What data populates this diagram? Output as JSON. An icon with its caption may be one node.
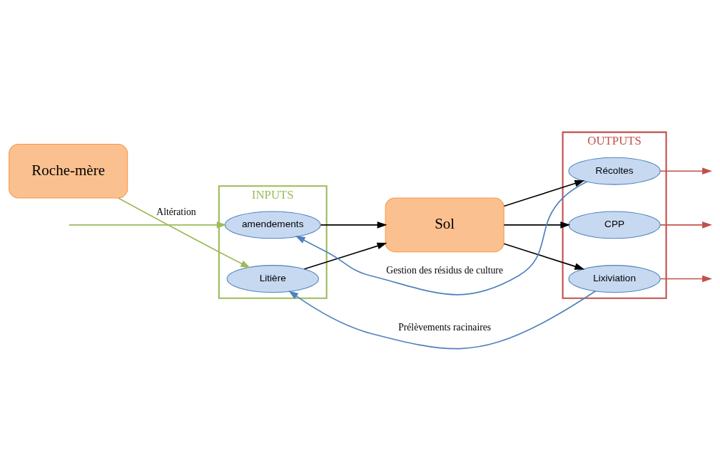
{
  "diagram": {
    "nodes": [
      {
        "text": [
          "INPUTS"
        ]
      },
      {
        "text": [
          "amendements"
        ],
        "in": 0
      },
      {
        "text": [
          "Litière"
        ],
        "in": 0
      },
      {
        "text": [
          "Sol"
        ]
      },
      {
        "text": [
          "OUTPUTS"
        ]
      },
      {
        "text": [
          "Récoltes"
        ],
        "in": 4
      },
      {
        "text": [
          "CPP"
        ],
        "in": 4
      },
      {
        "text": [
          "Lixiviation"
        ],
        "in": 4
      },
      {
        "text": [
          "Roche-mère"
        ]
      }
    ],
    "edges": [
      {
        "from": null,
        "to": 1,
        "arrow": "to",
        "color": "#9bbb59"
      },
      {
        "from": 1,
        "to": 3,
        "arrow": "to"
      },
      {
        "from": 2,
        "to": 3,
        "arrow": "to"
      },
      {
        "from": 3,
        "to": 5,
        "arrow": "to"
      },
      {
        "from": 3,
        "to": 6,
        "arrow": "to"
      },
      {
        "from": 3,
        "to": 7,
        "arrow": "to"
      },
      {
        "from": 5,
        "to": null,
        "arrow": "to",
        "color": "#c0504d"
      },
      {
        "from": 6,
        "to": null,
        "arrow": "to",
        "color": "#c0504d"
      },
      {
        "from": 7,
        "to": null,
        "arrow": "to",
        "color": "#c0504d"
      },
      {
        "from": 5,
        "to": 1,
        "arrow": "to",
        "label": "Gestion des résidus de culture",
        "color": "#4f81bd"
      },
      {
        "from": 7,
        "to": 2,
        "arrow": "to",
        "label": "Prélèvements racinaires",
        "color": "#4f81bd"
      },
      {
        "from": 8,
        "to": 2,
        "arrow": "to",
        "label": "Altération",
        "color": "#9bbb59"
      }
    ]
  }
}
